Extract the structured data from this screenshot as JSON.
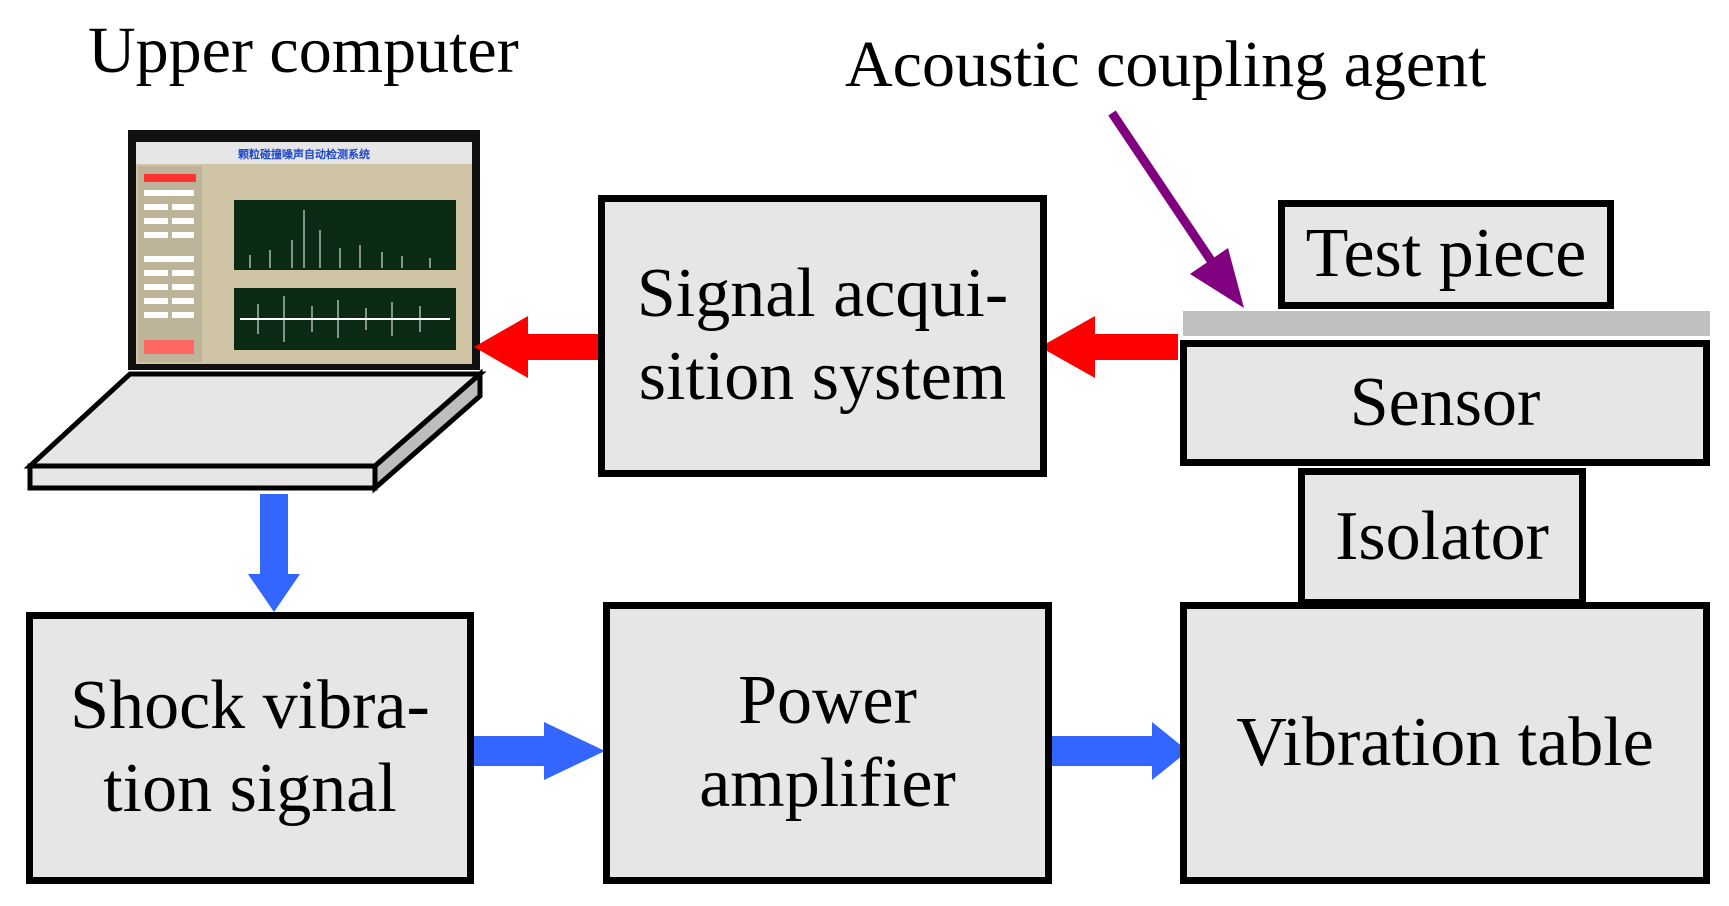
{
  "labels": {
    "upper_computer": "Upper computer",
    "acoustic_coupling_agent": "Acoustic coupling agent"
  },
  "boxes": {
    "signal_acquisition": [
      "Signal acqui-",
      "sition system"
    ],
    "test_piece": "Test piece",
    "sensor": "Sensor",
    "isolator": "Isolator",
    "shock_vibration": [
      "Shock vibra-",
      "tion signal"
    ],
    "power_amplifier": [
      "Power",
      "amplifier"
    ],
    "vibration_table": "Vibration table"
  },
  "screen": {
    "title": "颗粒碰撞噪声自动检测系统"
  },
  "colors": {
    "red_arrow": "#ff0000",
    "blue_arrow": "#3366ff",
    "purple_arrow": "#800080",
    "box_fill": "#e6e6e6",
    "plate_fill": "#c0c0c0"
  },
  "icons": [
    "laptop-icon"
  ]
}
